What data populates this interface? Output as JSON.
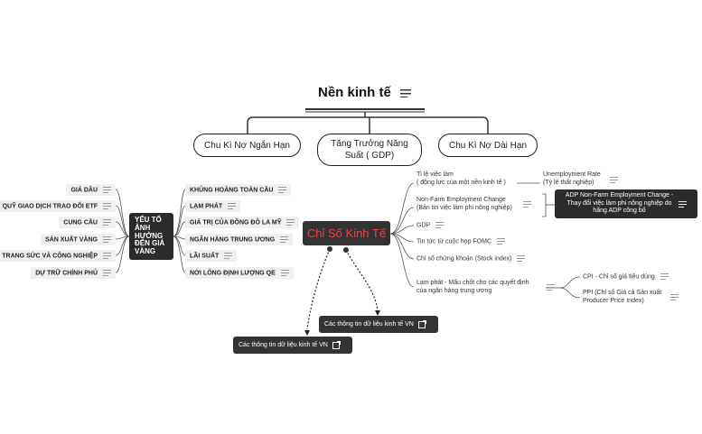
{
  "root": {
    "title": "Nền kinh tế",
    "icon": "notes-icon"
  },
  "top_branches": [
    "Chu Kì Nợ Ngắn Hạn",
    "Tăng Trưởng Năng Suất ( GDP)",
    "Chu Kì Nợ Dài Hạn"
  ],
  "gold": {
    "center": "YẾU TỐ ẢNH HƯỞNG ĐẾN GIÁ VÀNG",
    "left": [
      "GIÁ DẦU",
      "QUỸ GIAO DỊCH TRAO ĐỔI ETF",
      "CUNG CẦU",
      "SẢN XUẤT VÀNG",
      "TRANG SỨC VÀ CÔNG NGHIỆP",
      "DỰ TRỮ CHÍNH PHỦ"
    ],
    "right": [
      "KHỦNG HOẢNG TOÀN CẦU",
      "LẠM PHÁT",
      "GIÁ TRỊ CỦA ĐỒNG ĐÔ LA MỸ",
      "NGÂN HÀNG TRUNG ƯƠNG",
      "LÃI SUẤT",
      "NỚI LỎNG ĐỊNH LƯỢNG QE"
    ]
  },
  "indicators": {
    "center": "Chỉ Số Kinh Tế",
    "employment": {
      "line1": "Tỉ lệ việc làm",
      "line2": "( động lực của một nền kinh tế )"
    },
    "unemployment": {
      "line1": "Unemployment Rate",
      "line2": "(Tỷ lệ thất nghiệp)"
    },
    "nfp": {
      "line1": "Non-Farm Employment Change",
      "line2": "(Bản tin việc làm phi nông nghiệp)"
    },
    "adp": {
      "line1": "ADP Non-Farm Employment Change -",
      "line2": "Thay đổi việc làm phi nông nghiệp do",
      "line3": "hãng ADP công bố"
    },
    "gdp": "GDP",
    "fomc": "Tin tức từ cuộc họp FOMC",
    "stock": "Chỉ số chứng khoán (Stock index)",
    "inflation": {
      "line1": "Lạm phát - Mấu chốt cho các quyết định",
      "line2": "của ngân hàng trung ương"
    },
    "cpi": "CPI - Chỉ số giá tiêu dùng",
    "ppi": {
      "line1": "PPI (Chỉ số Giá cả Sản xuất",
      "line2": "Producer Price Index)"
    }
  },
  "links": [
    "Các thông tin dữ liệu kinh tế VN",
    "Các thông tin dữ liệu kinh tế VN"
  ]
}
